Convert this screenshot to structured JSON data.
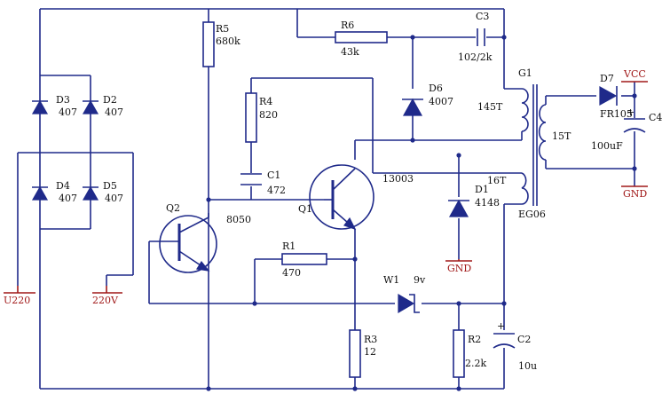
{
  "bridge": {
    "d2": {
      "ref": "D2",
      "value": "407"
    },
    "d3": {
      "ref": "D3",
      "value": "407"
    },
    "d4": {
      "ref": "D4",
      "value": "407"
    },
    "d5": {
      "ref": "D5",
      "value": "407"
    }
  },
  "resistors": {
    "r1": {
      "ref": "R1",
      "value": "470"
    },
    "r2": {
      "ref": "R2",
      "value": "2.2k"
    },
    "r3": {
      "ref": "R3",
      "value": "12"
    },
    "r4": {
      "ref": "R4",
      "value": "820"
    },
    "r5": {
      "ref": "R5",
      "value": "680k"
    },
    "r6": {
      "ref": "R6",
      "value": "43k"
    }
  },
  "capacitors": {
    "c1": {
      "ref": "C1",
      "value": "472"
    },
    "c2": {
      "ref": "C2",
      "value": "10u"
    },
    "c3": {
      "ref": "C3",
      "value": "102/2k"
    },
    "c4": {
      "ref": "C4",
      "value": "100uF"
    }
  },
  "transistors": {
    "q1": {
      "ref": "Q1",
      "value": "13003"
    },
    "q2": {
      "ref": "Q2",
      "value": "8050"
    }
  },
  "diodes": {
    "d1": {
      "ref": "D1",
      "value": "4148"
    },
    "d6": {
      "ref": "D6",
      "value": "4007"
    },
    "d7": {
      "ref": "D7",
      "value": "FR105"
    }
  },
  "zener": {
    "ref": "W1",
    "value": "9v"
  },
  "transformer": {
    "ref": "G1",
    "primary_turns": "145T",
    "feedback_turns": "16T",
    "secondary_turns": "15T",
    "core": "EG06"
  },
  "ports": {
    "u220": "U220",
    "v220": "220V",
    "vcc": "VCC",
    "gnd_out": "GND",
    "gnd_d1": "GND"
  },
  "capacitor_polarity": "+"
}
